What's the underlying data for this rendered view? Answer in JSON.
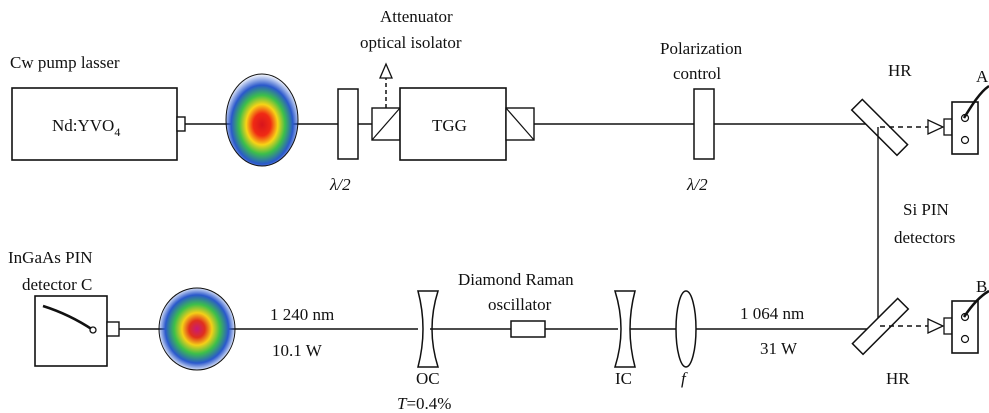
{
  "labels": {
    "pump_title": "Cw pump lasser",
    "pump_crystal": "Nd:YVO",
    "pump_crystal_sub": "4",
    "attenuator_line1": "Attenuator",
    "attenuator_line2": "optical isolator",
    "tgg": "TGG",
    "halfwave_1": "λ/2",
    "halfwave_2": "λ/2",
    "polarization_line1": "Polarization",
    "polarization_line2": "control",
    "hr_top": "HR",
    "hr_bottom": "HR",
    "detector_a": "A",
    "detector_b": "B",
    "si_pin_line1": "Si PIN",
    "si_pin_line2": "detectors",
    "ingaas_line1": "InGaAs PIN",
    "ingaas_line2": "detector C",
    "wavelength_raman": "1 240 nm",
    "power_raman": "10.1 W",
    "oc": "OC",
    "oc_trans_var": "T",
    "oc_trans_val": "=0.4%",
    "raman_line1": "Diamond Raman",
    "raman_line2": "oscillator",
    "ic": "IC",
    "lens": "f",
    "wavelength_pump": "1 064 nm",
    "power_pump": "31 W"
  },
  "colors": {
    "line": "#111111",
    "beam_hot": "#e0201a",
    "beam_warm": "#f6d417",
    "beam_mid": "#2fb84a",
    "beam_cool": "#2a55c8"
  }
}
